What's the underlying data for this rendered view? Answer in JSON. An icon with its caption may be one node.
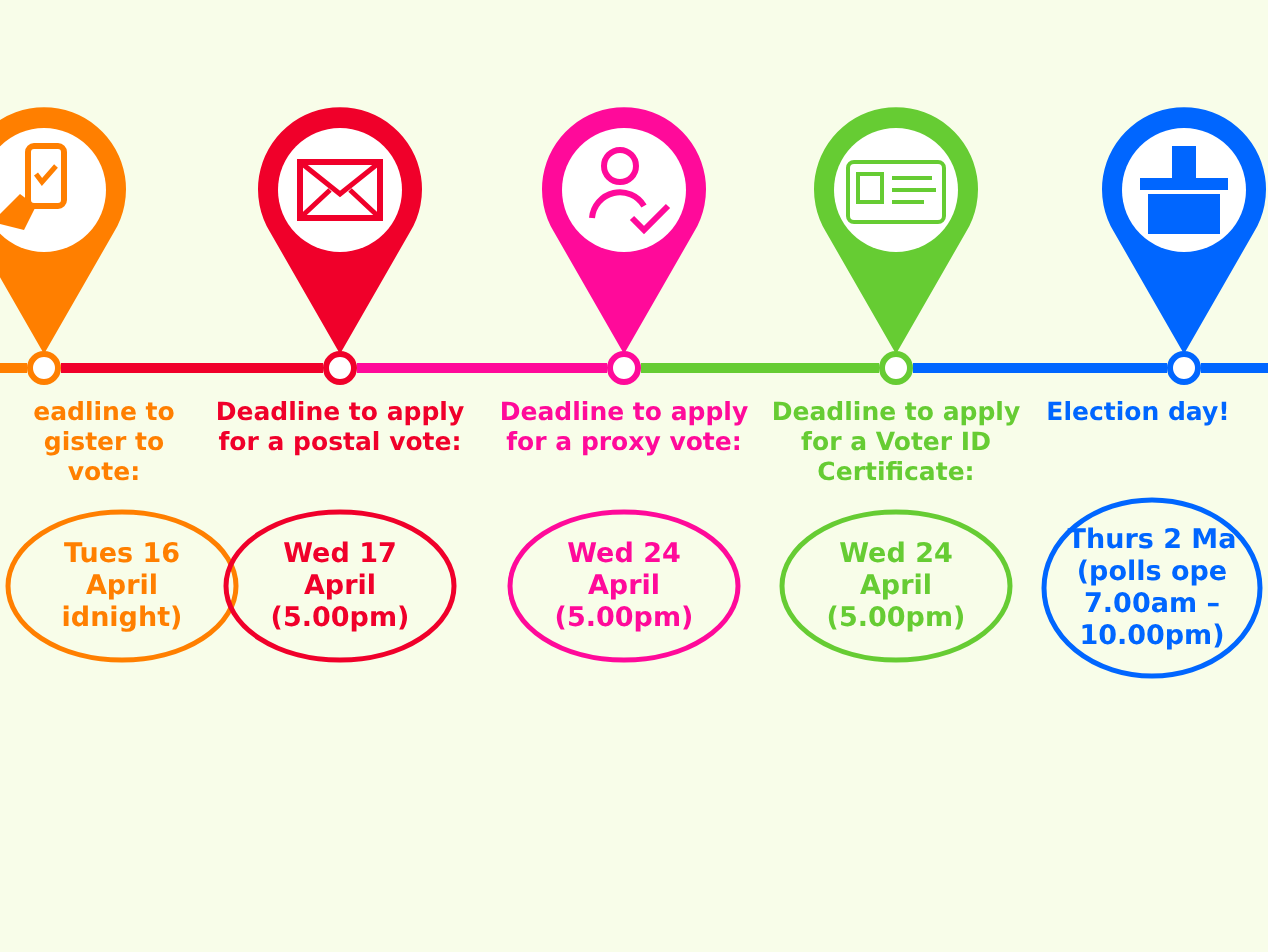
{
  "diagram": {
    "nodes": [
      {
        "text": [],
        "shape": "picture"
      },
      {
        "text": [],
        "shape": "picture"
      },
      {
        "text": [],
        "shape": "picture"
      },
      {
        "text": [],
        "shape": "picture"
      },
      {
        "text": [],
        "shape": "picture"
      },
      {
        "text": [],
        "shape": "circle"
      },
      {
        "text": [],
        "shape": "circle"
      },
      {
        "text": [],
        "shape": "circle"
      },
      {
        "text": [],
        "shape": "circle"
      },
      {
        "text": [],
        "shape": "circle"
      },
      {
        "text": [
          "Tues 16 April idnight)"
        ]
      },
      {
        "text": [
          "Wed 17 April (5.00pm)"
        ]
      },
      {
        "text": [
          "Wed 24 April (5.00pm)"
        ]
      },
      {
        "text": [
          "Wed 24 April (5.00pm)"
        ]
      },
      {
        "text": [
          "Thurs 2 Ma (polls ope 7.00am – 10.00pm)"
        ]
      }
    ],
    "edges": [
      {
        "from": null,
        "to": 5,
        "arrow": "none",
        "color": "#ff7f00"
      },
      {
        "from": 5,
        "to": 6,
        "arrow": "none",
        "color": "#f0002a"
      },
      {
        "from": 6,
        "to": 7,
        "arrow": "none",
        "color": "#ff0a9a"
      },
      {
        "from": 7,
        "to": 8,
        "arrow": "none",
        "color": "#66cc33"
      },
      {
        "from": 8,
        "to": 9,
        "arrow": "none",
        "color": "#0066ff"
      },
      {
        "from": 9,
        "to": null,
        "arrow": "none",
        "color": "#0066ff"
      }
    ],
    "labels": [
      "eadline to gister to vote:",
      "Deadline to apply for a postal vote:",
      "Deadline to apply for a proxy vote:",
      "Deadline to apply for a Voter ID Certificate:",
      "Election day!"
    ]
  }
}
